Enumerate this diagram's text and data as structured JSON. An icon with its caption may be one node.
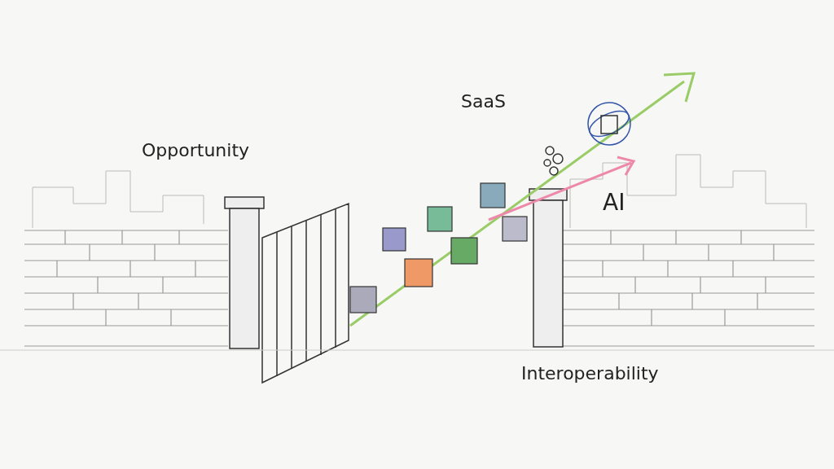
{
  "diagram": {
    "labels": [
      "SaaS",
      "Opportunity",
      "AI",
      "Interoperability"
    ]
  }
}
